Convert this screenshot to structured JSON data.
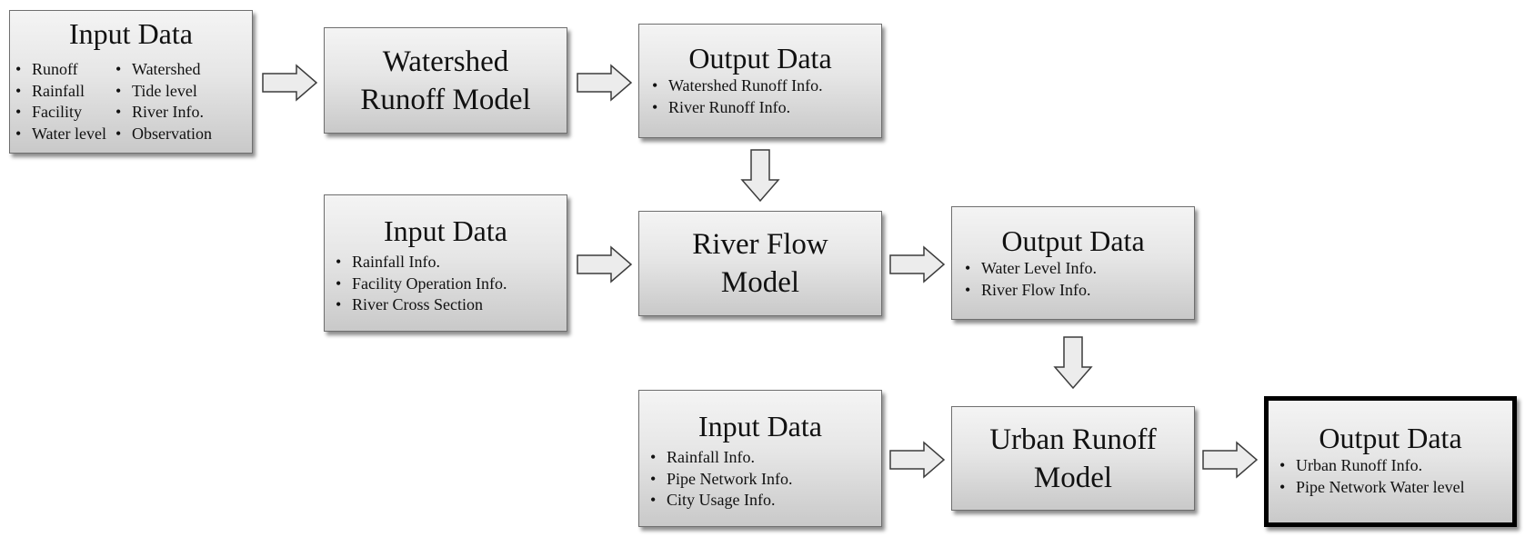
{
  "row1": {
    "input": {
      "title": "Input Data",
      "col_left": [
        "Runoff",
        "Rainfall",
        "Facility",
        "Water level"
      ],
      "col_right": [
        "Watershed",
        "Tide level",
        "River Info.",
        "Observation"
      ]
    },
    "model": {
      "line1": "Watershed",
      "line2": "Runoff Model"
    },
    "output": {
      "title": "Output Data",
      "items": [
        "Watershed Runoff Info.",
        "River Runoff Info."
      ]
    }
  },
  "row2": {
    "input": {
      "title": "Input Data",
      "items": [
        "Rainfall Info.",
        "Facility Operation Info.",
        "River Cross Section"
      ]
    },
    "model": {
      "line1": "River Flow",
      "line2": "Model"
    },
    "output": {
      "title": "Output Data",
      "items": [
        "Water Level Info.",
        "River Flow Info."
      ]
    }
  },
  "row3": {
    "input": {
      "title": "Input Data",
      "items": [
        "Rainfall Info.",
        "Pipe Network Info.",
        "City Usage Info."
      ]
    },
    "model": {
      "line1": "Urban Runoff",
      "line2": "Model"
    },
    "output": {
      "title": "Output Data",
      "items": [
        "Urban Runoff Info.",
        "Pipe Network Water level"
      ]
    }
  },
  "colors": {
    "box_fill_top": "#f4f4f4",
    "box_fill_bottom": "#c9c9c9",
    "border": "#6f6f6f",
    "final_border": "#000000",
    "arrow_fill": "#ececec"
  }
}
